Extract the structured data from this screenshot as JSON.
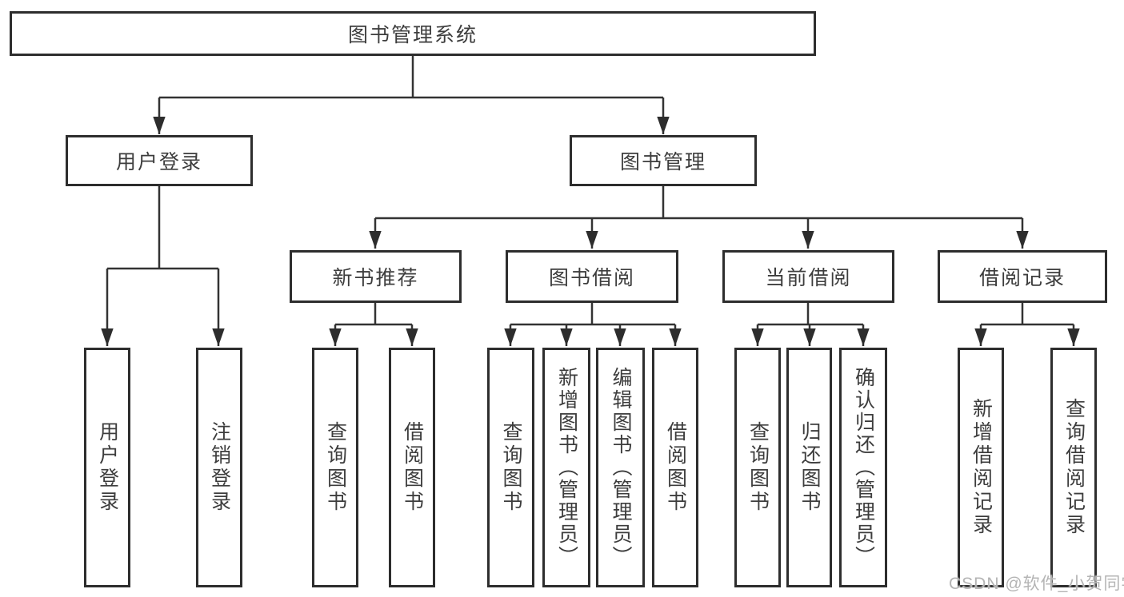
{
  "nodes": {
    "root": "图书管理系统",
    "level2": {
      "user_login": "用户登录",
      "book_mgmt": "图书管理"
    },
    "level3": {
      "new_books": "新书推荐",
      "borrowing": "图书借阅",
      "current": "当前借阅",
      "records": "借阅记录"
    },
    "leaves": {
      "user_login": [
        "用户登录",
        "注销登录"
      ],
      "new_books": [
        "查询图书",
        "借阅图书"
      ],
      "borrowing": [
        "查询图书",
        "新增图书（管理员）",
        "编辑图书（管理员）",
        "借阅图书"
      ],
      "current": [
        "查询图书",
        "归还图书",
        "确认归还（管理员）"
      ],
      "records": [
        "新增借阅记录",
        "查询借阅记录"
      ]
    }
  },
  "colors": {
    "line": "#333333",
    "border": "#2d2d2d",
    "text": "#3d3d3d",
    "watermark": "#b4b4b4"
  },
  "watermark": "CSDN @软件_小贺同学"
}
